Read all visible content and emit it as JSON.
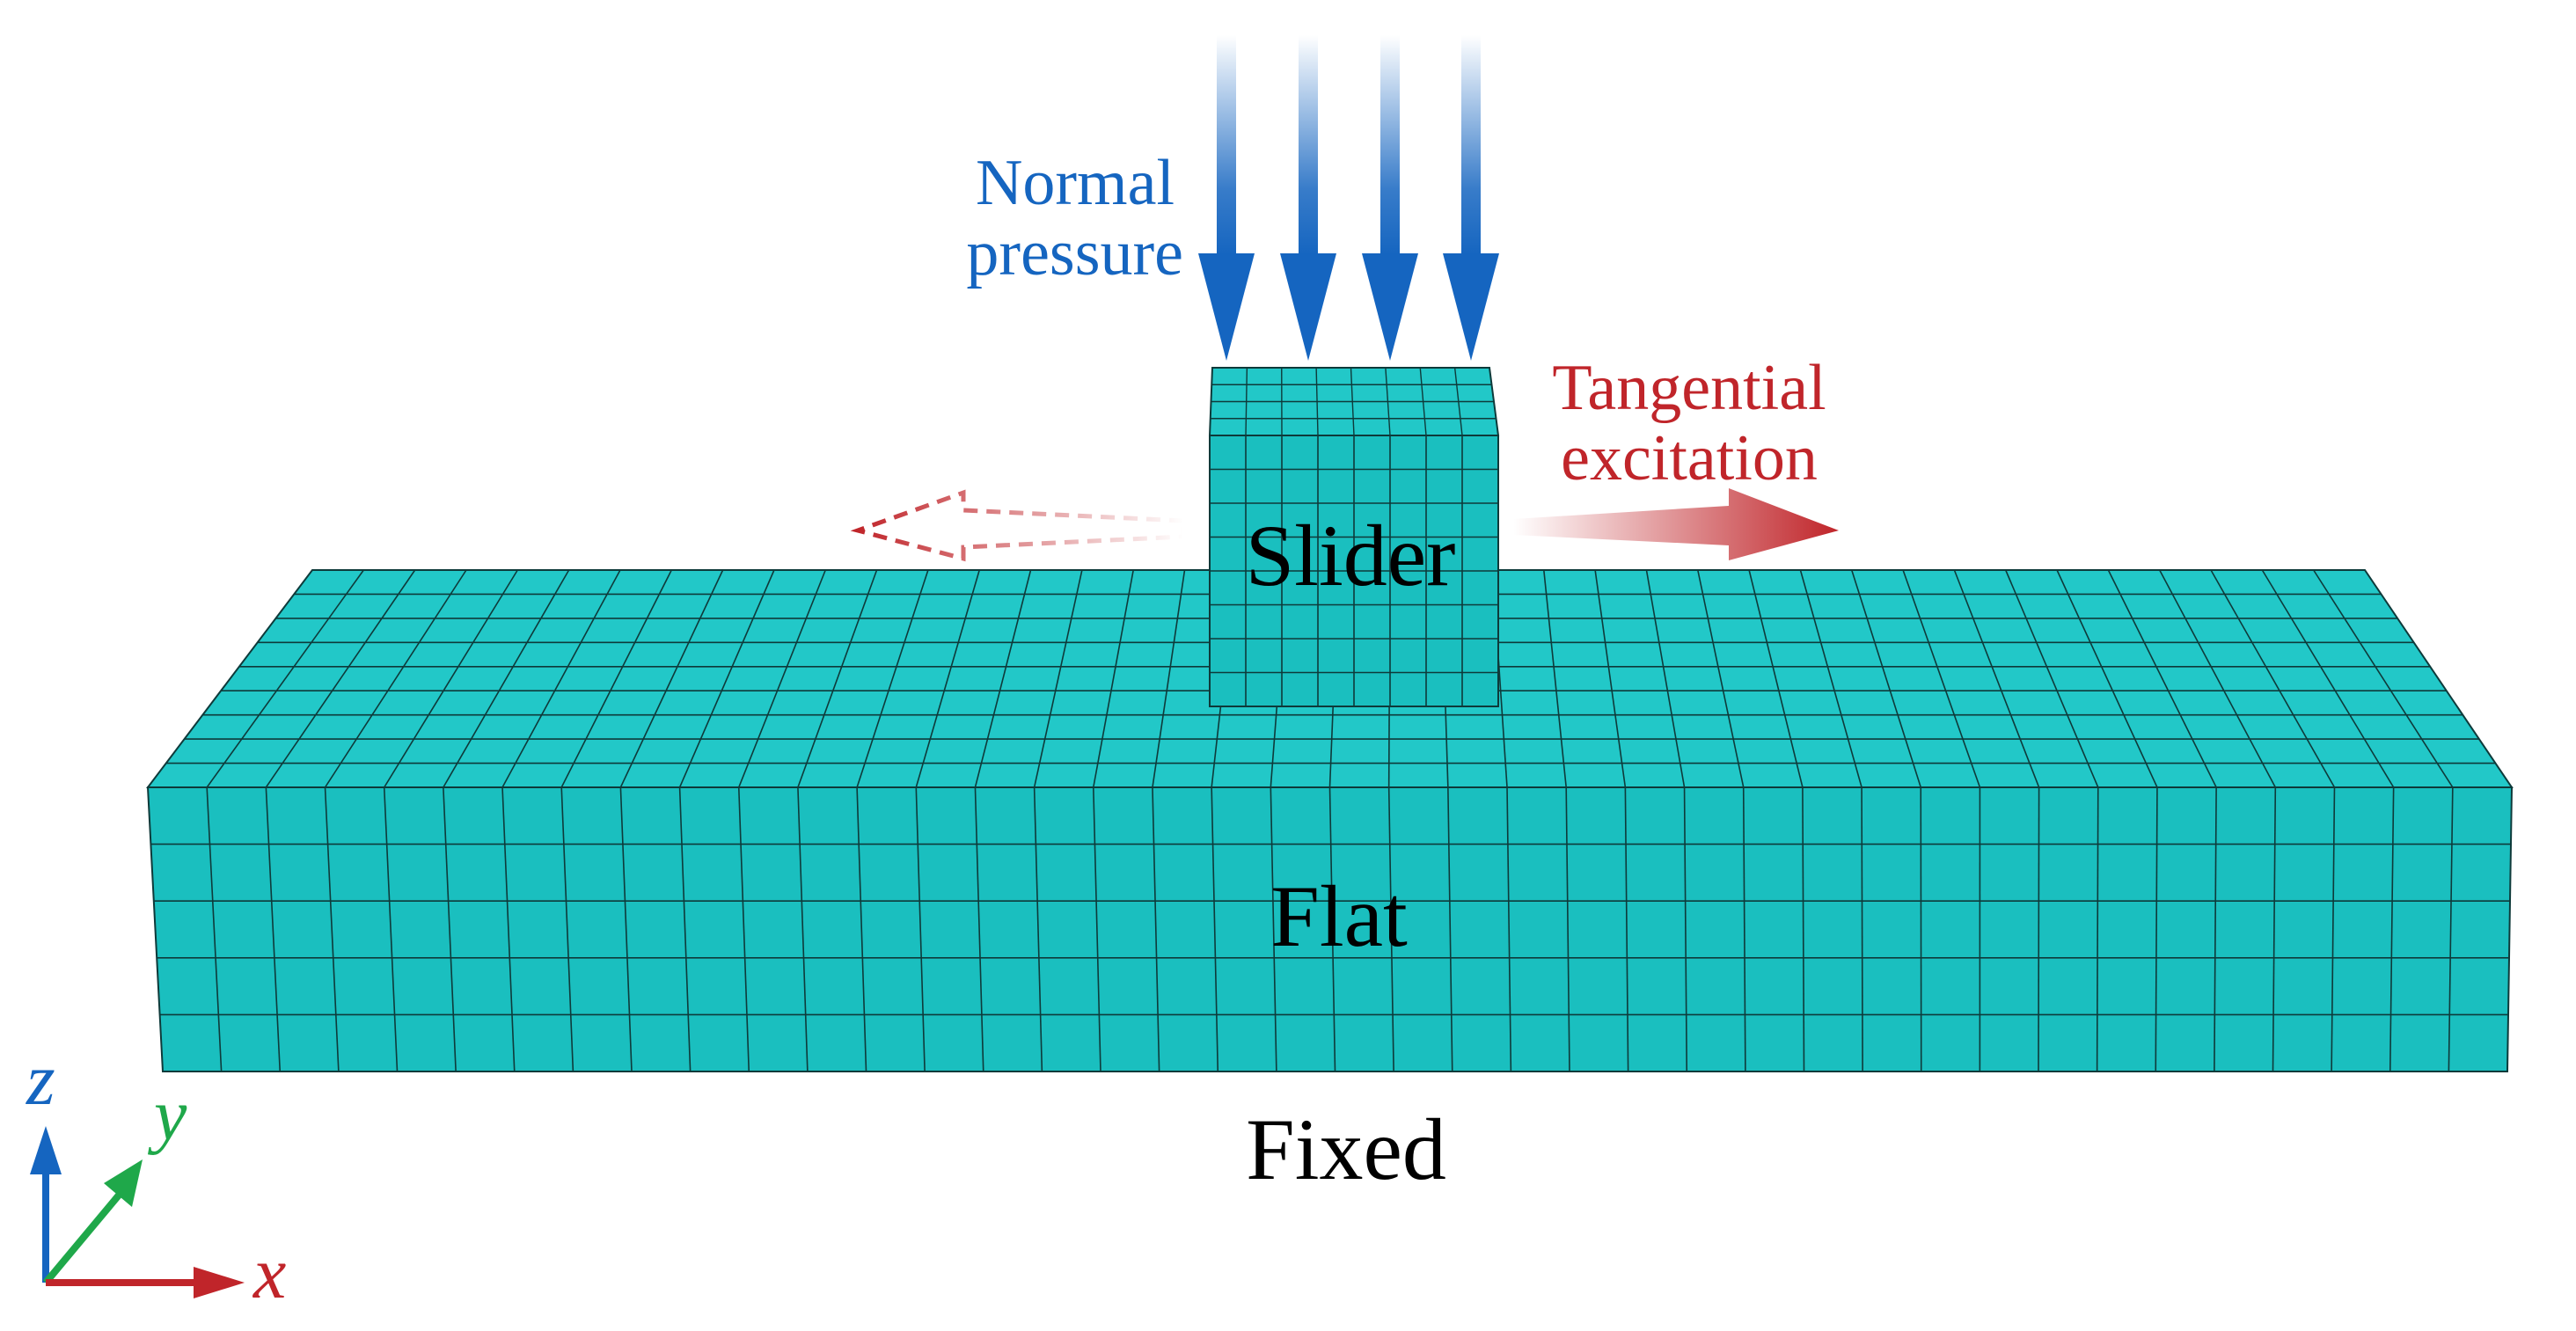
{
  "labels": {
    "normal_pressure_line1": "Normal",
    "normal_pressure_line2": "pressure",
    "tangential_line1": "Tangential",
    "tangential_line2": "excitation",
    "slider": "Slider",
    "flat": "Flat",
    "fixed": "Fixed"
  },
  "axes": {
    "z": "z",
    "y": "y",
    "x": "x"
  },
  "colors": {
    "mesh_fill": "#1ABFBF",
    "mesh_top": "#22C8C8",
    "mesh_line": "#0E3A3A",
    "pressure_blue": "#1565C0",
    "tangential_red": "#C0252A",
    "axis_z": "#1565C0",
    "axis_y": "#1FA84A",
    "axis_x": "#C0252A"
  }
}
